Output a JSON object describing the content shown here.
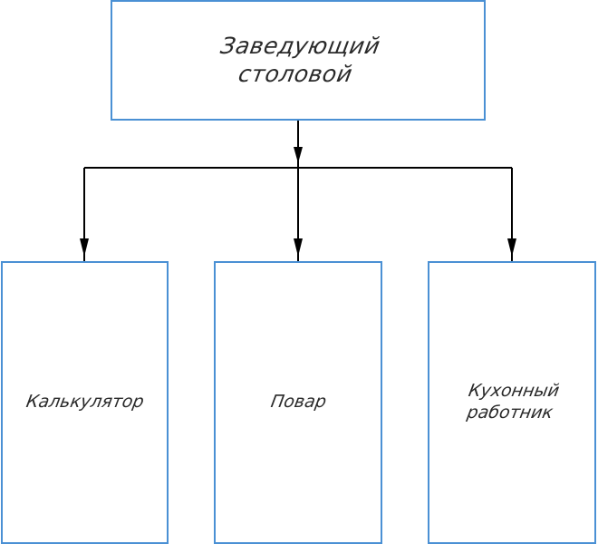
{
  "diagram": {
    "top": {
      "line1": "Заведующий",
      "line2": "столовой"
    },
    "subordinates": [
      {
        "line1": "Калькулятор",
        "line2": ""
      },
      {
        "line1": "Повар",
        "line2": ""
      },
      {
        "line1": "Кухонный",
        "line2": "работник"
      }
    ]
  },
  "colors": {
    "box_border": "#4a90d4",
    "connector": "#000000",
    "text": "#2a2a2a"
  }
}
